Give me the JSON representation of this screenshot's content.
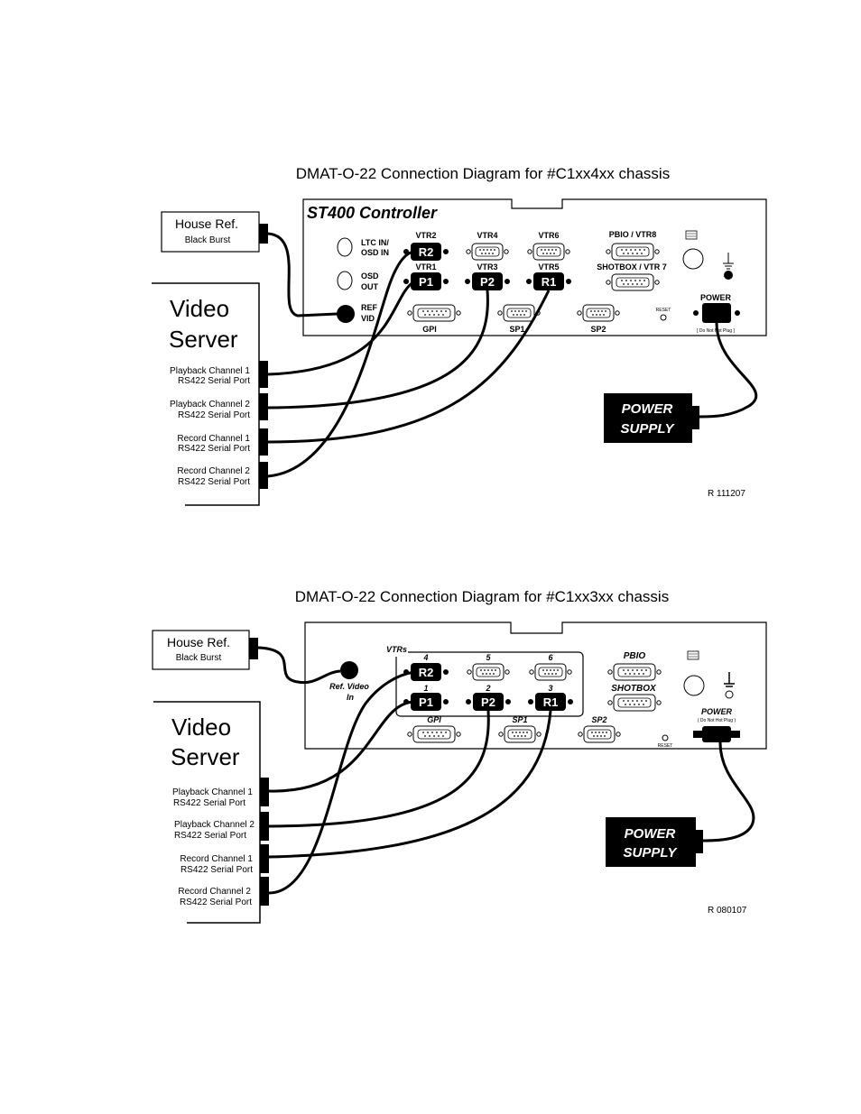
{
  "diagram1": {
    "title": "DMAT-O-22 Connection Diagram for #C1xx4xx chassis",
    "controller_title": "ST400 Controller",
    "house_ref": "House Ref.",
    "black_burst": "Black Burst",
    "video_line1": "Video",
    "video_line2": "Server",
    "channels": [
      {
        "name": "Playback Channel 1",
        "port": "RS422 Serial Port"
      },
      {
        "name": "Playback Channel 2",
        "port": "RS422 Serial Port"
      },
      {
        "name": "Record Channel 1",
        "port": "RS422 Serial Port"
      },
      {
        "name": "Record Channel 2",
        "port": "RS422 Serial Port"
      }
    ],
    "ltc_in": "LTC IN/",
    "osd_in": "OSD IN",
    "osd": "OSD",
    "out": "OUT",
    "ref": "REF",
    "vid": "VID",
    "vtr2": "VTR2",
    "vtr4": "VTR4",
    "vtr6": "VTR6",
    "vtr1": "VTR1",
    "vtr3": "VTR3",
    "vtr5": "VTR5",
    "r2": "R2",
    "p1": "P1",
    "p2": "P2",
    "r1": "R1",
    "pbio": "PBIO / VTR8",
    "shotbox": "SHOTBOX / VTR 7",
    "gpi": "GPI",
    "sp1": "SP1",
    "sp2": "SP2",
    "reset": "RESET",
    "power": "POWER",
    "power_note": "[ Do Not Hot Plug ]",
    "power_supply_1": "POWER",
    "power_supply_2": "SUPPLY",
    "revision": "R 111207"
  },
  "diagram2": {
    "title": "DMAT-O-22 Connection Diagram for #C1xx3xx chassis",
    "house_ref": "House Ref.",
    "black_burst": "Black Burst",
    "video_line1": "Video",
    "video_line2": "Server",
    "channels": [
      {
        "name": "Playback Channel 1",
        "port": "RS422 Serial Port"
      },
      {
        "name": "Playback Channel 2",
        "port": "RS422 Serial Port"
      },
      {
        "name": "Record Channel 1",
        "port": "RS422 Serial Port"
      },
      {
        "name": "Record Channel 2",
        "port": "RS422 Serial Port"
      }
    ],
    "ref_video": "Ref. Video",
    "ref_in": "In",
    "vtrs": "VTRs",
    "n4": "4",
    "n5": "5",
    "n6": "6",
    "n1": "1",
    "n2": "2",
    "n3": "3",
    "r2": "R2",
    "p1": "P1",
    "p2": "P2",
    "r1": "R1",
    "pbio": "PBIO",
    "shotbox": "SHOTBOX",
    "gpi": "GPI",
    "sp1": "SP1",
    "sp2": "SP2",
    "reset": "RESET",
    "power": "POWER",
    "power_note": "( Do Not Hot Plug )",
    "power_supply_1": "POWER",
    "power_supply_2": "SUPPLY",
    "revision": "R 080107"
  }
}
